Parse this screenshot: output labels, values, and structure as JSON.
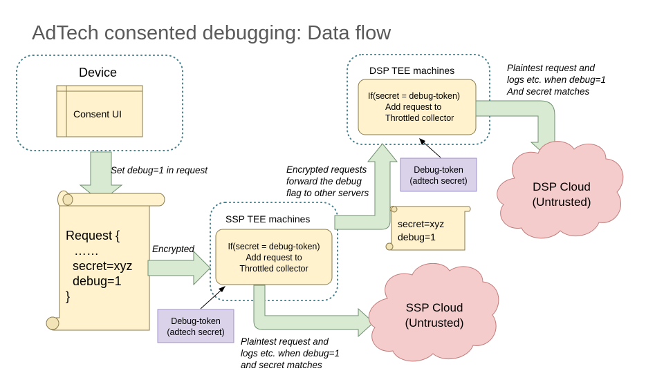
{
  "title": "AdTech consented debugging: Data flow",
  "device": {
    "label": "Device",
    "consent_ui": "Consent UI"
  },
  "set_debug_note": "Set debug=1 in request",
  "request_scroll": {
    "lines": [
      "Request {",
      "……",
      "secret=xyz",
      "debug=1",
      "}"
    ]
  },
  "encrypted_label": "Encrypted",
  "ssp_tee": {
    "label": "SSP TEE machines",
    "lines": [
      "If(secret = debug-token)",
      "Add request to",
      "Throttled collector"
    ]
  },
  "dsp_tee": {
    "label": "DSP TEE machines",
    "lines": [
      "If(secret = debug-token)",
      "Add request to",
      "Throttled collector"
    ]
  },
  "debug_token_ssp": {
    "lines": [
      "Debug-token",
      "(adtech secret)"
    ]
  },
  "debug_token_dsp": {
    "lines": [
      "Debug-token",
      "(adtech secret)"
    ]
  },
  "encrypted_forward_note": [
    "Encrypted requests",
    "forward the debug",
    "flag to other servers"
  ],
  "small_scroll": {
    "lines": [
      "secret=xyz",
      "debug=1"
    ]
  },
  "dsp_note": [
    "Plaintest request and",
    "logs etc. when debug=1",
    "And secret matches"
  ],
  "ssp_note": [
    "Plaintest request and",
    "logs etc. when debug=1",
    "and secret matches"
  ],
  "dsp_cloud": {
    "lines": [
      "DSP Cloud",
      "(Untrusted)"
    ]
  },
  "ssp_cloud": {
    "lines": [
      "SSP Cloud",
      "(Untrusted)"
    ]
  },
  "colors": {
    "title": "#595959",
    "yellow_fill": "#fff2cc",
    "yellow_stroke": "#8a7a4a",
    "arrow_fill": "#d9ead3",
    "arrow_stroke": "#6f8f6f",
    "purple_fill": "#d9d2e9",
    "cloud_fill": "#f4cccc",
    "cloud_stroke": "#c27b7b",
    "dotted_border": "#45818e"
  }
}
